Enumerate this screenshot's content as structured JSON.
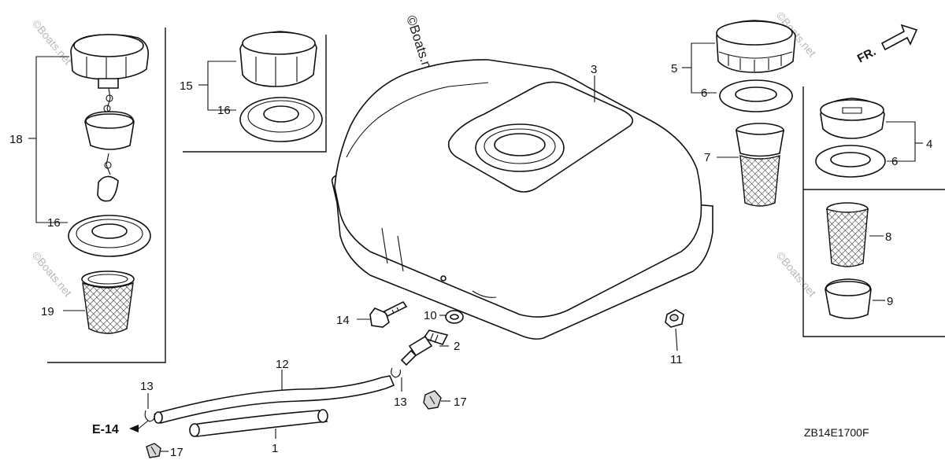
{
  "diagram": {
    "part_code": "ZB14E1700F",
    "direction_label": "FR.",
    "reference_label": "E-14",
    "watermark": "©Boats.net",
    "callouts": {
      "c1": "1",
      "c2": "2",
      "c3": "3",
      "c4": "4",
      "c5": "5",
      "c6a": "6",
      "c6b": "6",
      "c7": "7",
      "c8": "8",
      "c9": "9",
      "c10": "10",
      "c11": "11",
      "c12": "12",
      "c13a": "13",
      "c13b": "13",
      "c14": "14",
      "c15": "15",
      "c16a": "16",
      "c16b": "16",
      "c17a": "17",
      "c17b": "17",
      "c18": "18",
      "c19": "19"
    }
  }
}
